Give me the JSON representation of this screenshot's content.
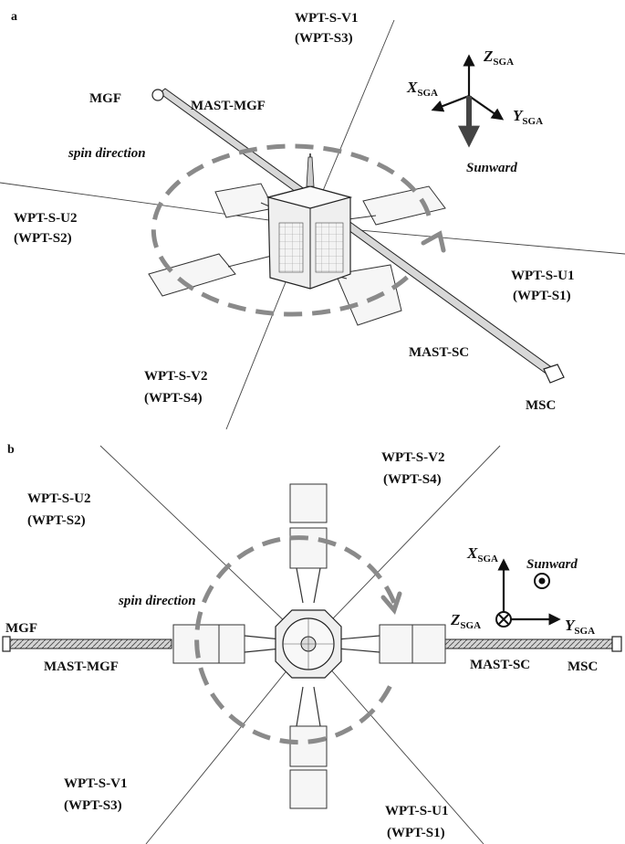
{
  "panel_a": {
    "letter": "a",
    "labels": {
      "wpt_s_v1": "WPT-S-V1",
      "wpt_s3": "(WPT-S3)",
      "wpt_s_u2": "WPT-S-U2",
      "wpt_s2": "(WPT-S2)",
      "wpt_s_u1": "WPT-S-U1",
      "wpt_s1": "(WPT-S1)",
      "wpt_s_v2": "WPT-S-V2",
      "wpt_s4": "(WPT-S4)",
      "mgf": "MGF",
      "mast_mgf": "MAST-MGF",
      "mast_sc": "MAST-SC",
      "msc": "MSC",
      "spin_direction": "spin direction"
    },
    "axes": {
      "x_main": "X",
      "x_sub": "SGA",
      "y_main": "Y",
      "y_sub": "SGA",
      "z_main": "Z",
      "z_sub": "SGA",
      "sunward": "Sunward"
    }
  },
  "panel_b": {
    "letter": "b",
    "labels": {
      "wpt_s_v2": "WPT-S-V2",
      "wpt_s4": "(WPT-S4)",
      "wpt_s_u2": "WPT-S-U2",
      "wpt_s2": "(WPT-S2)",
      "wpt_s_v1": "WPT-S-V1",
      "wpt_s3": "(WPT-S3)",
      "wpt_s_u1": "WPT-S-U1",
      "wpt_s1": "(WPT-S1)",
      "mgf": "MGF",
      "mast_mgf": "MAST-MGF",
      "mast_sc": "MAST-SC",
      "msc": "MSC",
      "spin_direction": "spin direction"
    },
    "axes": {
      "x_main": "X",
      "x_sub": "SGA",
      "y_main": "Y",
      "y_sub": "SGA",
      "z_main": "Z",
      "z_sub": "SGA",
      "sunward": "Sunward"
    }
  }
}
